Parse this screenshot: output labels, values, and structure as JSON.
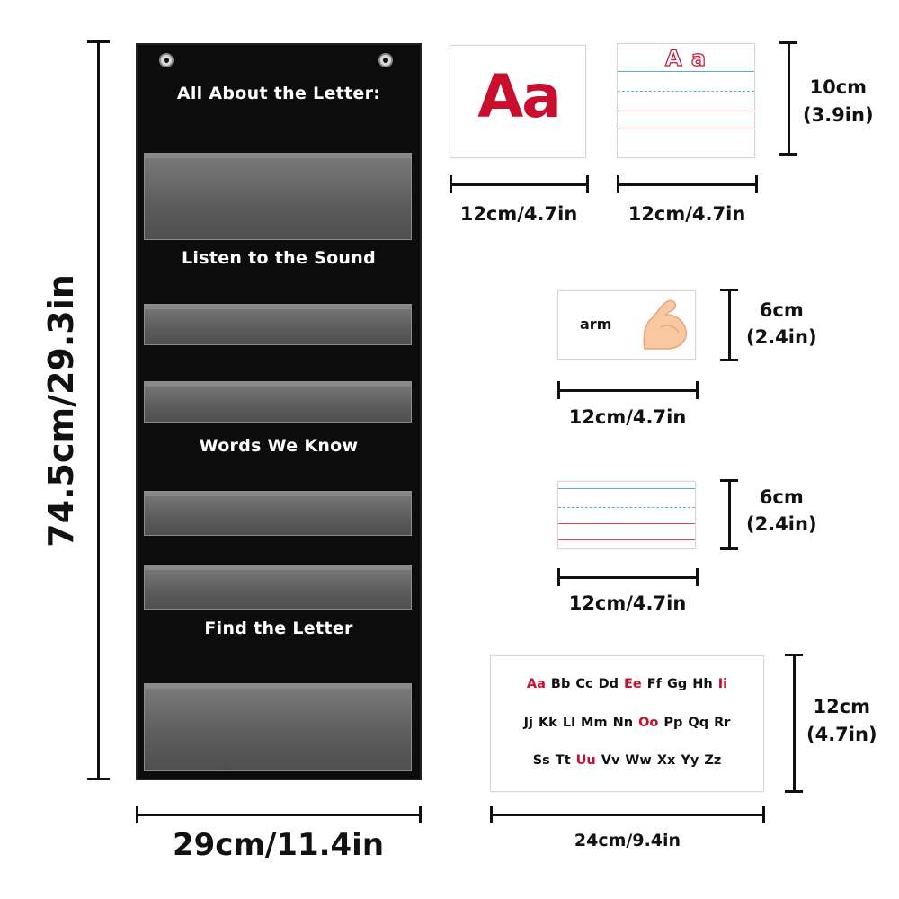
{
  "pocket_chart": {
    "headers": [
      "All About the Letter:",
      "Listen to the Sound",
      "Words We Know",
      "Find the Letter"
    ],
    "width_label": "29cm/11.4in",
    "height_label": "74.5cm/29.3in"
  },
  "cards": {
    "big_letter": {
      "letters": "Aa",
      "color": "#c8102e",
      "width_label": "12cm/4.7in"
    },
    "outline_letter": {
      "letters": "A a",
      "width_label": "12cm/4.7in"
    },
    "top_height_label": "10cm\n(3.9in)",
    "word_card": {
      "word": "arm",
      "width_label": "12cm/4.7in",
      "height_label": "6cm\n(2.4in)"
    },
    "lined_card": {
      "width_label": "12cm/4.7in",
      "height_label": "6cm\n(2.4in)"
    },
    "alphabet_card": {
      "rows": [
        [
          {
            "t": "Aa",
            "red": true
          },
          {
            "t": "Bb"
          },
          {
            "t": "Cc"
          },
          {
            "t": "Dd"
          },
          {
            "t": "Ee",
            "red": true
          },
          {
            "t": "Ff"
          },
          {
            "t": "Gg"
          },
          {
            "t": "Hh"
          },
          {
            "t": "Ii",
            "red": true
          }
        ],
        [
          {
            "t": "Jj"
          },
          {
            "t": "Kk"
          },
          {
            "t": "Ll"
          },
          {
            "t": "Mm"
          },
          {
            "t": "Nn"
          },
          {
            "t": "Oo",
            "red": true
          },
          {
            "t": "Pp"
          },
          {
            "t": "Qq"
          },
          {
            "t": "Rr"
          }
        ],
        [
          {
            "t": "Ss"
          },
          {
            "t": "Tt"
          },
          {
            "t": "Uu",
            "red": true
          },
          {
            "t": "Vv"
          },
          {
            "t": "Ww"
          },
          {
            "t": "Xx"
          },
          {
            "t": "Yy"
          },
          {
            "t": "Zz"
          }
        ]
      ],
      "vowel_color": "#c8102e",
      "width_label": "24cm/9.4in",
      "height_label": "12cm\n(4.7in)"
    }
  }
}
